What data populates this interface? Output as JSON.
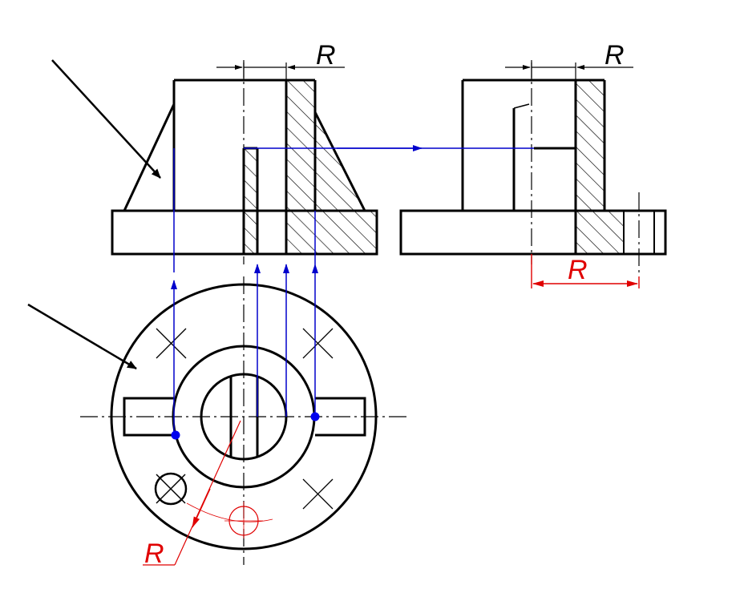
{
  "drawing": {
    "labels": {
      "front_view_dim": "R",
      "side_view_top_dim": "R",
      "side_view_bottom_dim": "R",
      "top_view_dim": "R"
    }
  },
  "colors": {
    "outline": "#000000",
    "projection": "#0000cc",
    "dimension": "#e00000",
    "hatch": "#000000"
  }
}
